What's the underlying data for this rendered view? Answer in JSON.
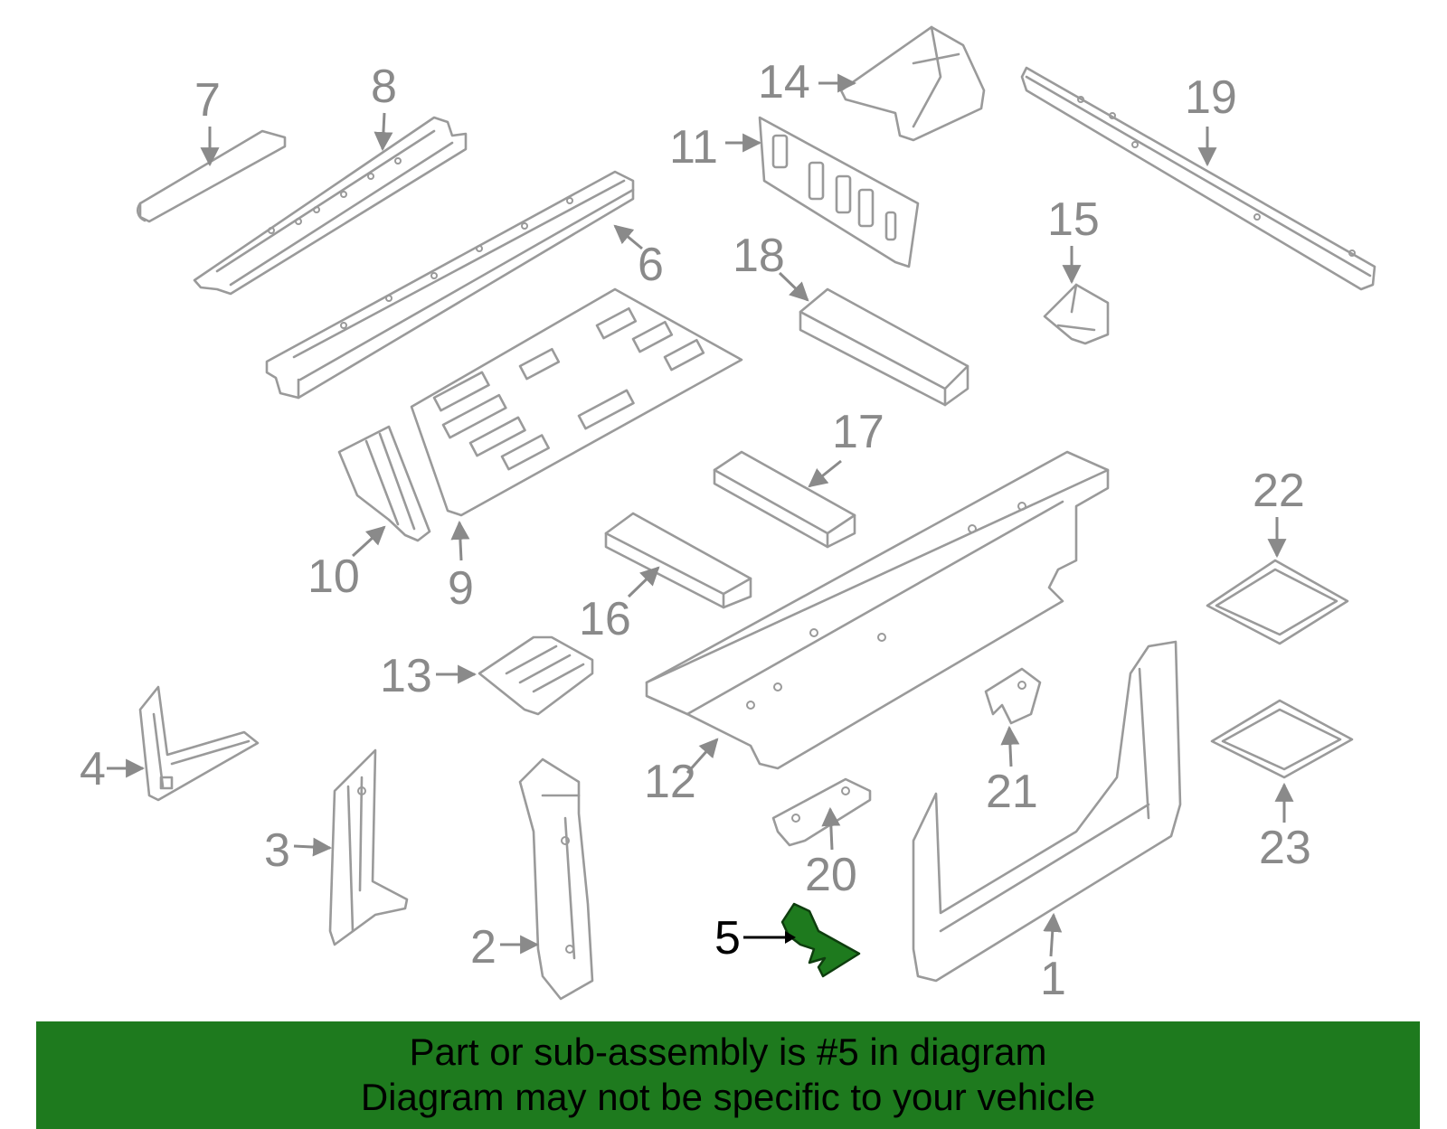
{
  "diagram": {
    "callouts": {
      "c1": "1",
      "c2": "2",
      "c3": "3",
      "c4": "4",
      "c5": "5",
      "c6": "6",
      "c7": "7",
      "c8": "8",
      "c9": "9",
      "c10": "10",
      "c11": "11",
      "c12": "12",
      "c13": "13",
      "c14": "14",
      "c15": "15",
      "c16": "16",
      "c17": "17",
      "c18": "18",
      "c19": "19",
      "c20": "20",
      "c21": "21",
      "c22": "22",
      "c23": "23"
    },
    "highlight_color": "#1e7a1e",
    "line_color": "#9a9a9a"
  },
  "banner": {
    "line1": "Part or sub-assembly is #5 in diagram",
    "line2": "Diagram may not be specific to your vehicle",
    "background": "#1e7a1e"
  }
}
